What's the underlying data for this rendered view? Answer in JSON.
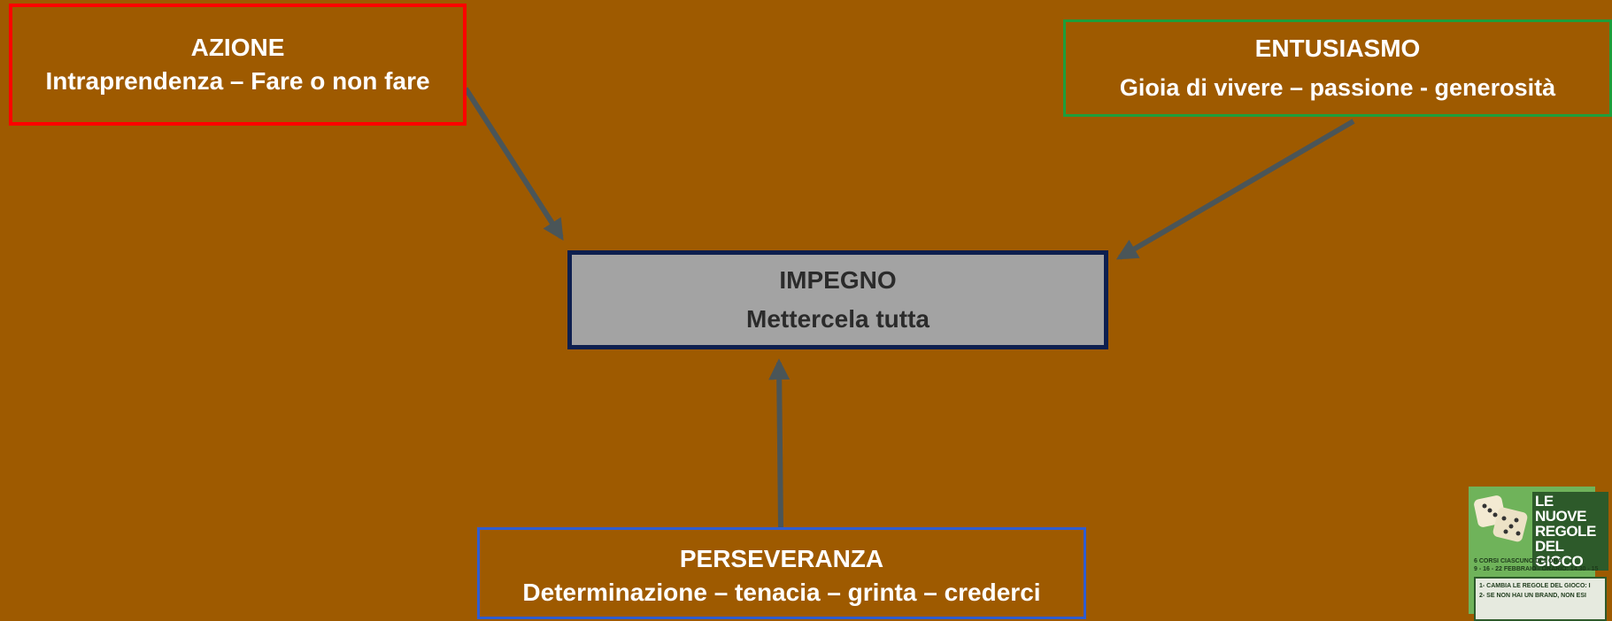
{
  "nodes": {
    "azione": {
      "title": "AZIONE",
      "text": "Intraprendenza – Fare o non fare"
    },
    "entusiasmo": {
      "title": "ENTUSIASMO",
      "text": "Gioia di vivere – passione - generosità"
    },
    "impegno": {
      "title": "IMPEGNO",
      "text": "Mettercela tutta"
    },
    "perseveranza": {
      "title": "PERSEVERANZA",
      "text": "Determinazione – tenacia – grinta – crederci"
    }
  },
  "edges": [
    {
      "from": "azione",
      "to": "impegno"
    },
    {
      "from": "entusiasmo",
      "to": "impegno"
    },
    {
      "from": "perseveranza",
      "to": "impegno"
    }
  ],
  "flyer": {
    "title_lines": [
      "LE NUOVE",
      "REGOLE",
      "DEL GIOCO"
    ],
    "info_line1": "6 CORSI CIASCUNO DI 1 ORA",
    "info_line2": "9 - 16 - 22 FEBBRAIO - ORARIO: 14.30 - 15",
    "rule1": "1- CAMBIA LE REGOLE DEL GIOCO: I",
    "rule2": "2- SE NON HAI UN BRAND, NON ESI"
  },
  "colors": {
    "background": "#9e5a00",
    "azione_border": "#ff0000",
    "entusiasmo_border": "#1e9e3a",
    "impegno_border": "#0d1f4f",
    "impegno_fill": "#a3a3a3",
    "perseveranza_border": "#2f5dd0",
    "arrow": "#4a5558"
  }
}
